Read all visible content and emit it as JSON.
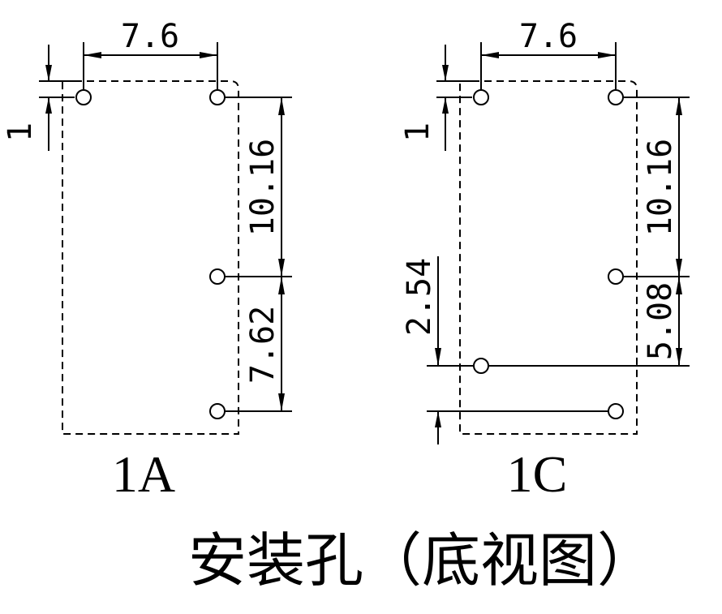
{
  "footprint_1a": {
    "label": "1A",
    "dims": {
      "pin_spacing_x": "7.6",
      "offset_top": "1",
      "spacing_upper": "10.16",
      "spacing_lower": "7.62"
    }
  },
  "footprint_1c": {
    "label": "1C",
    "dims": {
      "pin_spacing_x": "7.6",
      "offset_top": "1",
      "spacing_upper": "10.16",
      "spacing_right_lower": "5.08",
      "spacing_left_lower": "2.54"
    }
  },
  "caption": "安装孔（底视图）"
}
